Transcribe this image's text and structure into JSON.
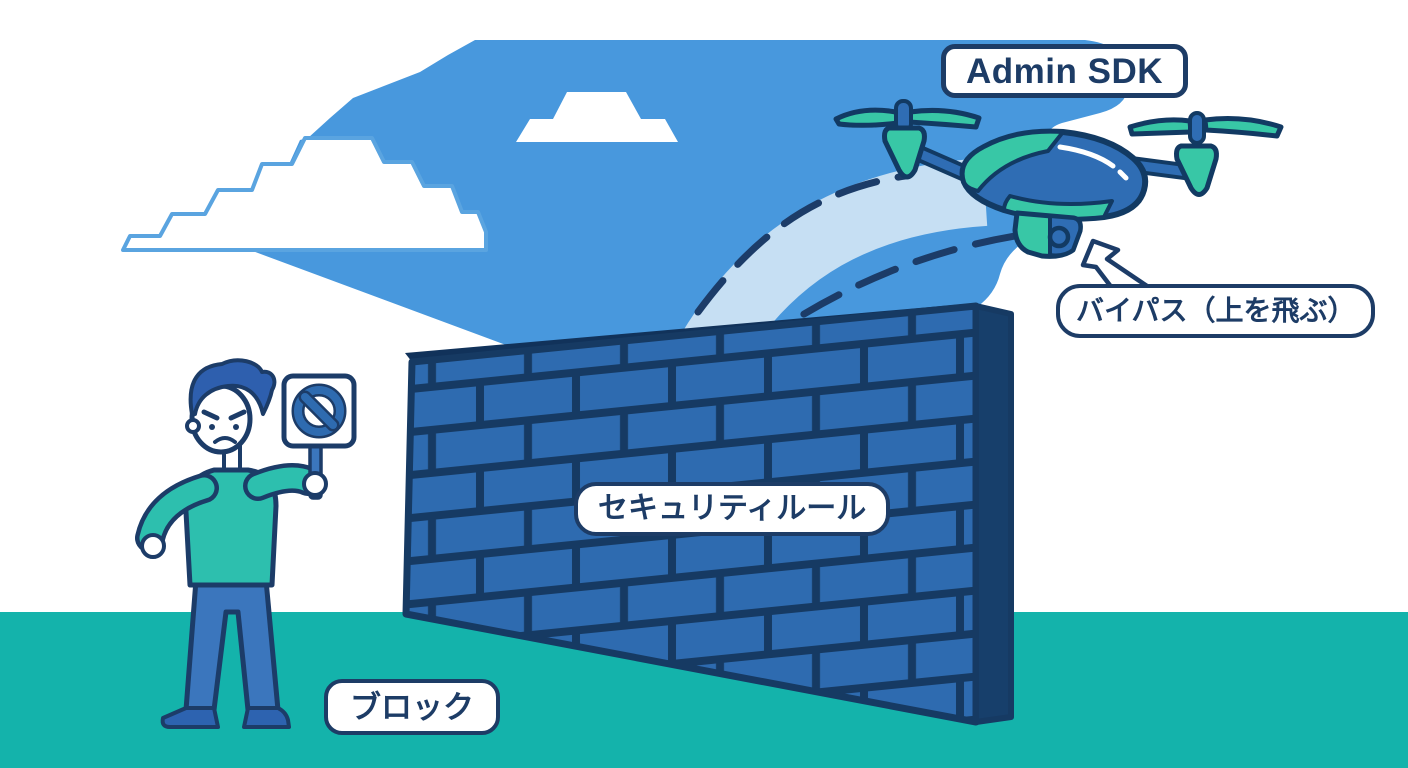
{
  "labels": {
    "admin_sdk": "Admin SDK",
    "bypass": "バイパス（上を飛ぶ）",
    "security_rules": "セキュリティルール",
    "block": "ブロック"
  },
  "colors": {
    "background": "#ffffff",
    "sky": "#4898dd",
    "flight_path": "#c6dff3",
    "ground": "#14b3ab",
    "outline": "#1c3c68",
    "brick": "#2e6bb0",
    "mortar": "#163a63",
    "wall_side": "#173f6b",
    "label_background": "#ffffff",
    "label_text": "#1d3c66",
    "drone_teal": "#38c7a6",
    "drone_blue": "#2f6db4",
    "shirt_teal": "#2dbfae",
    "pants_blue": "#3b76bd",
    "shoes_blue": "#2d63b0",
    "hair_blue": "#2e5fae",
    "prohibition_symbol": "#2e6bb0",
    "cloud_white": "#ffffff"
  }
}
